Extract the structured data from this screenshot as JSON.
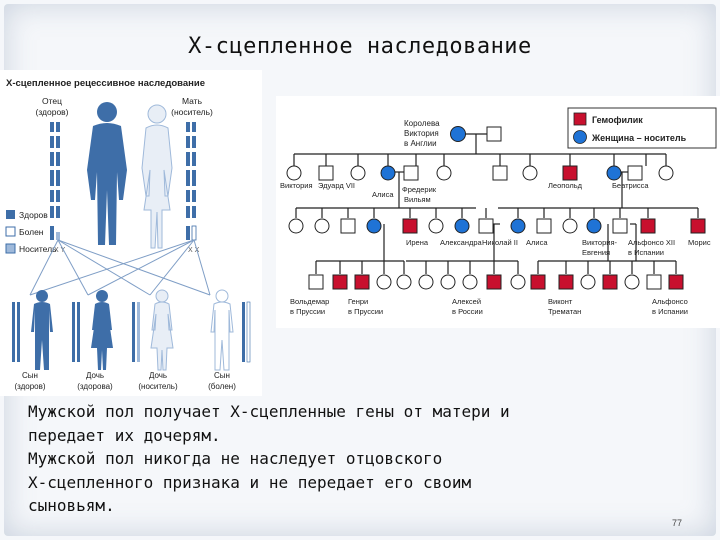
{
  "title": "Х-сцепленное наследование",
  "left_panel": {
    "header": "Х-сцепленное рецессивное наследование",
    "father": [
      "Отец",
      "(здоров)"
    ],
    "mother": [
      "Мать",
      "(носитель)"
    ],
    "legend": [
      "Здоров",
      "Болен",
      "Носитель"
    ],
    "children": [
      [
        "Сын",
        "(здоров)"
      ],
      [
        "Дочь",
        "(здорова)"
      ],
      [
        "Дочь",
        "(носитель)"
      ],
      [
        "Сын",
        "(болен)"
      ]
    ],
    "chrom_labels": {
      "xy": "X Y",
      "xx": "X X"
    },
    "colors": {
      "healthy": "#3e6ea8",
      "ill": "#ffffff",
      "carrier": "#9fb9da"
    }
  },
  "pedigree": {
    "legend": [
      "Гемофилик",
      "Женщина – носитель"
    ],
    "queen": [
      "Королева",
      "Виктория",
      "в Англии"
    ],
    "gen2_labels": [
      "Виктория",
      "Эдуард VII",
      "Алиса",
      "Фредерик",
      "Вильям",
      "Леопольд",
      "Беатрисса"
    ],
    "gen3_labels": [
      "Ирена",
      "Александра",
      "Николай II",
      "Алиса",
      "Виктория-",
      "Евгения",
      "Альфонсо XII",
      "в Испании",
      "Морис"
    ],
    "gen4_labels": [
      "Вольдемар",
      "в Пруссии",
      "Генри",
      "в Пруссии",
      "Алексей",
      "в России",
      "Виконт",
      "Трематан",
      "Альфонсо",
      "в Испании"
    ],
    "colors": {
      "hemophiliac": "#c8102e",
      "carrier": "#1f73d6"
    }
  },
  "body": [
    "Мужской пол получает Х-сцепленные гены от матери и",
    "передает их дочерям.",
    "Мужской пол никогда не наследует отцовского",
    "Х-сцепленного признака и не передает его своим",
    "сыновьям."
  ],
  "page_number": "77"
}
